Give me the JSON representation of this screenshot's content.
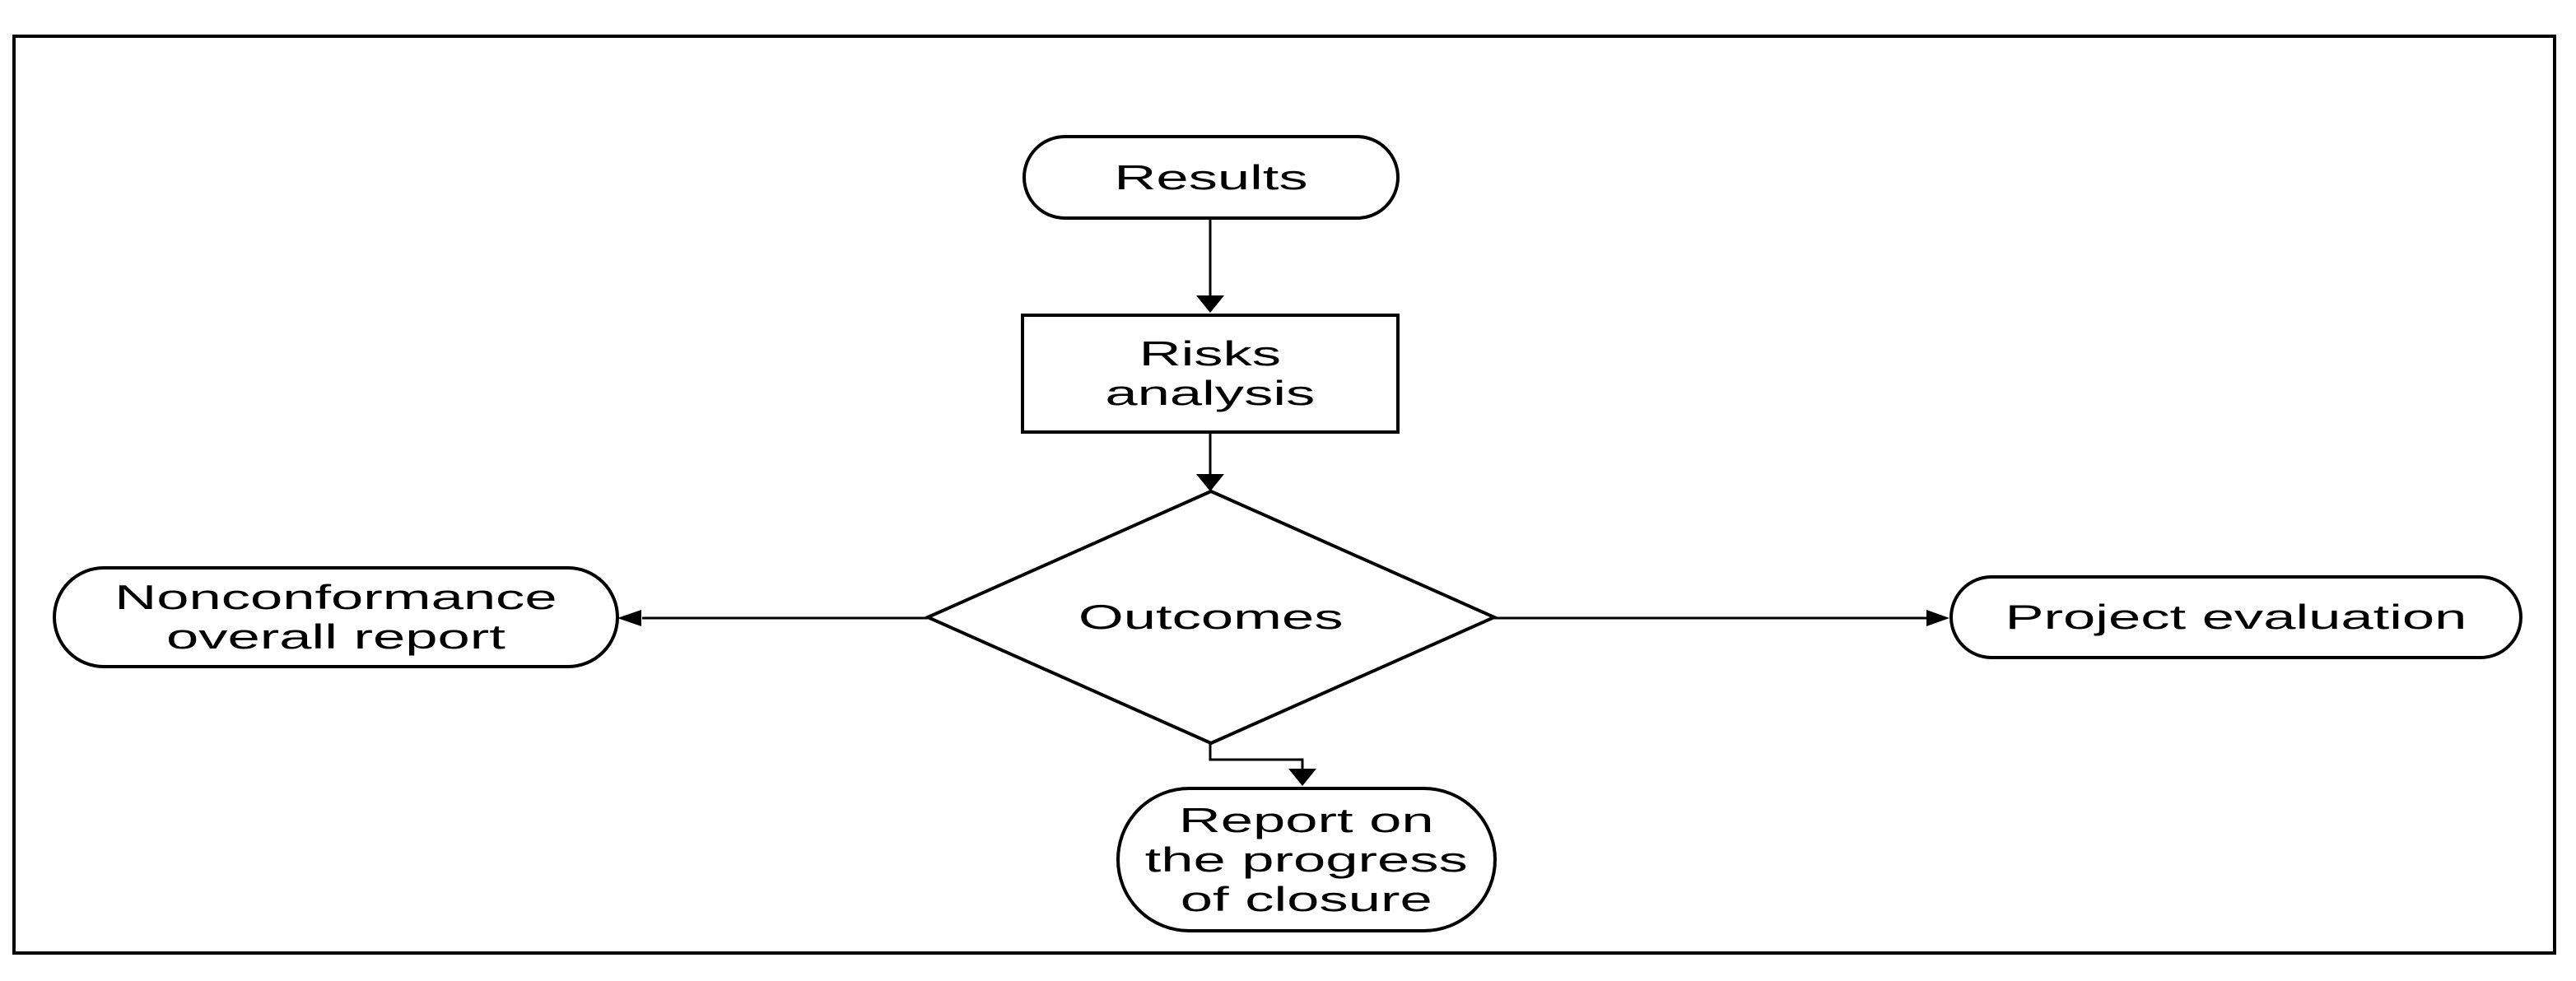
{
  "diagram": {
    "canvas_background": "#ffffff",
    "line_color": "#000000",
    "node_fill": "#ffffff",
    "nodes": {
      "results": {
        "type": "terminator",
        "label": "Results"
      },
      "risks_analysis": {
        "type": "process",
        "label": "Risks\nanalysis"
      },
      "outcomes": {
        "type": "decision",
        "label": "Outcomes"
      },
      "nonconformance_overall_report": {
        "type": "terminator",
        "label": "Nonconformance\noverall report"
      },
      "project_evaluation": {
        "type": "terminator",
        "label": "Project evaluation"
      },
      "report_on_progress_of_closure": {
        "type": "terminator",
        "label": "Report on\nthe progress\nof closure"
      }
    },
    "edges": [
      {
        "from": "results",
        "to": "risks_analysis"
      },
      {
        "from": "risks_analysis",
        "to": "outcomes"
      },
      {
        "from": "outcomes",
        "to": "nonconformance_overall_report"
      },
      {
        "from": "outcomes",
        "to": "project_evaluation"
      },
      {
        "from": "outcomes",
        "to": "report_on_progress_of_closure"
      }
    ]
  }
}
